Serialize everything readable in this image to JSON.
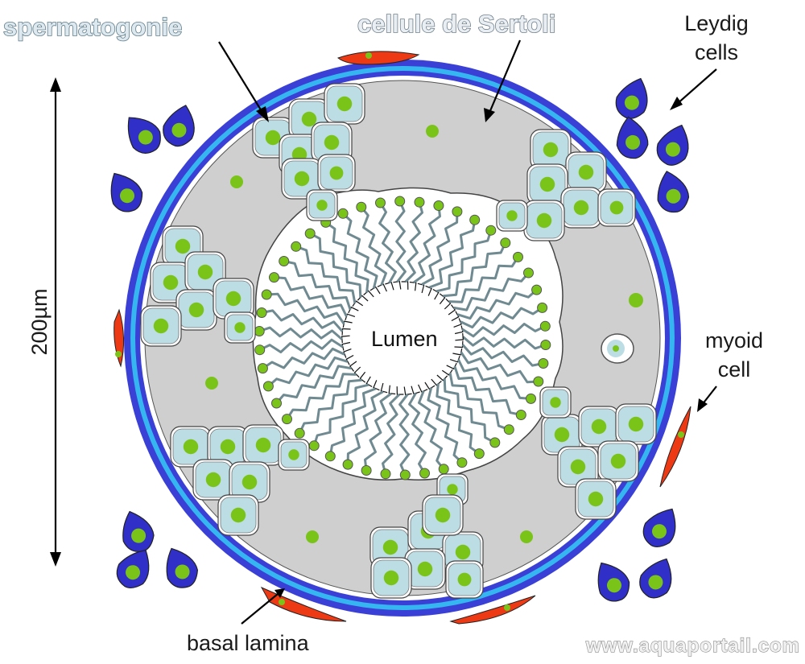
{
  "labels": {
    "spermatogonia": "spermatogonie",
    "sertoli": "cellule de Sertoli",
    "leydig_line1": "Leydig",
    "leydig_line2": "cells",
    "myoid_line1": "myoid",
    "myoid_line2": "cell",
    "basal_lamina": "basal lamina",
    "lumen": "Lumen",
    "scale": "200µm",
    "watermark": "www.aquaportail.com"
  },
  "colors": {
    "tubule_wall": "#3a3fd6",
    "tubule_inner_band": "#35b6f0",
    "sertoli_cytoplasm": "#cfcfcf",
    "germ_cell": "#bcdde4",
    "nucleus": "#7ac41a",
    "leydig_cell": "#3030c8",
    "myoid_cell": "#ee3a14",
    "sperm_tail": "#6f8a90"
  }
}
